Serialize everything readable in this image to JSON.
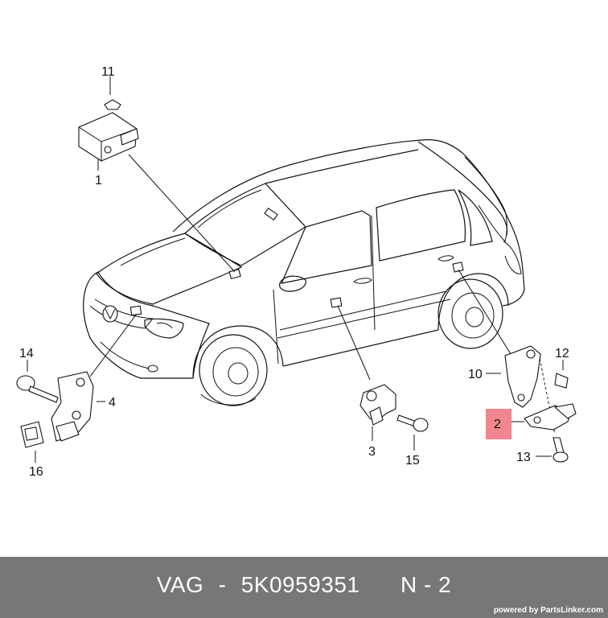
{
  "diagram": {
    "callouts": [
      {
        "id": "1",
        "text": "1"
      },
      {
        "id": "2",
        "text": "2"
      },
      {
        "id": "3",
        "text": "3"
      },
      {
        "id": "4",
        "text": "4"
      },
      {
        "id": "10",
        "text": "10"
      },
      {
        "id": "11",
        "text": "11"
      },
      {
        "id": "12",
        "text": "12"
      },
      {
        "id": "13",
        "text": "13"
      },
      {
        "id": "14",
        "text": "14"
      },
      {
        "id": "15",
        "text": "15"
      },
      {
        "id": "16",
        "text": "16"
      }
    ],
    "highlighted_callout": "2",
    "highlight_color": "#f0868f"
  },
  "footer": {
    "brand": "VAG",
    "separator": "-",
    "part_number": "5K0959351",
    "position_label": "N - 2",
    "background_color": "#777777",
    "credit": "powered by PartsLinker.com"
  }
}
